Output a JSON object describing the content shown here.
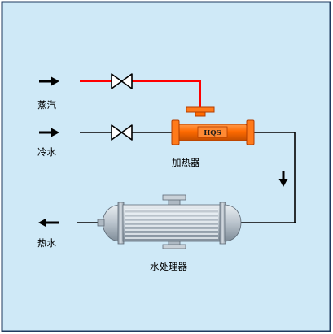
{
  "diagram": {
    "labels": {
      "steam": "蒸汽",
      "cold_water": "冷水",
      "heater": "加热器",
      "heater_badge": "HQS",
      "water_treatment": "水处理器",
      "hot_water": "热水"
    }
  },
  "colors": {
    "background": "#cfe9f7",
    "border": "#1f3a5f",
    "steam_line": "#ff0000",
    "water_line": "#000000",
    "heater_body": "#ff6a00",
    "heater_outline": "#b33d00",
    "tank_body": "#b7c2cc",
    "tank_stripe": "#eef3f7"
  },
  "icons": {
    "steam_valve": "gate-valve-icon",
    "water_valve": "gate-valve-icon",
    "flow_arrow": "arrow-icon"
  }
}
